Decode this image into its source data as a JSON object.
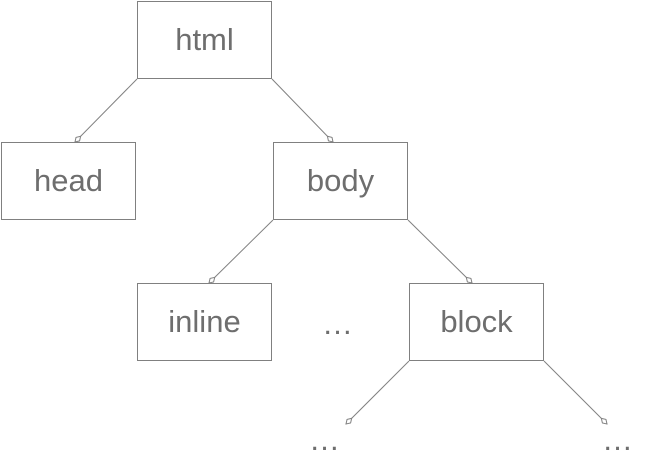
{
  "diagram": {
    "type": "tree",
    "nodes": {
      "html": "html",
      "head": "head",
      "body": "body",
      "inline": "inline",
      "block": "block"
    },
    "ellipsis": {
      "middle": "…",
      "block_left_child": "…",
      "block_right_child": "…"
    },
    "edges": [
      [
        "html",
        "head"
      ],
      [
        "html",
        "body"
      ],
      [
        "body",
        "inline"
      ],
      [
        "body",
        "block"
      ],
      [
        "block",
        "block_left_child"
      ],
      [
        "block",
        "block_right_child"
      ]
    ],
    "colors": {
      "line": "#808080",
      "text": "#6e6e6e",
      "background": "#ffffff"
    }
  }
}
